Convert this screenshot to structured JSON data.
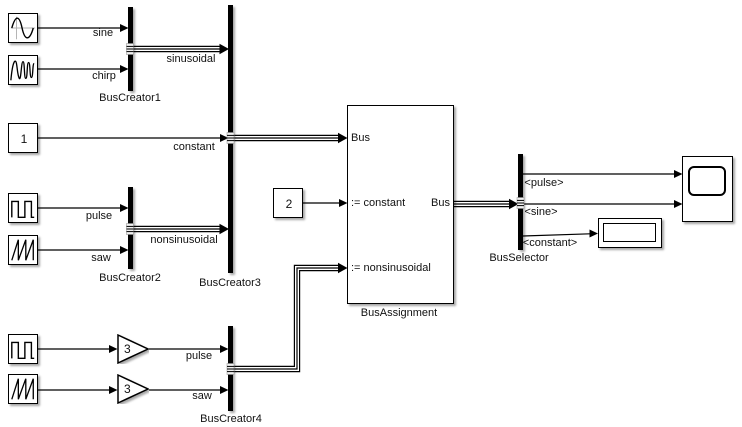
{
  "colors": {
    "background": "#ffffff",
    "line": "#000000",
    "block_fill": "#ffffff",
    "block_border": "#000000",
    "shadow": "#b3b3b3"
  },
  "blocks": {
    "constant1": {
      "value": "1"
    },
    "constant2": {
      "value": "2"
    },
    "gain1": {
      "value": "3"
    },
    "gain2": {
      "value": "3"
    },
    "bus_creator1": {
      "label": "BusCreator1"
    },
    "bus_creator2": {
      "label": "BusCreator2"
    },
    "bus_creator3": {
      "label": "BusCreator3"
    },
    "bus_creator4": {
      "label": "BusCreator4"
    },
    "bus_selector": {
      "label": "BusSelector"
    },
    "bus_assignment": {
      "label": "BusAssignment",
      "ports": {
        "in_bus": "Bus",
        "assign_constant": ":= constant",
        "assign_nonsinusoidal": ":= nonsinusoidal",
        "out_bus": "Bus"
      }
    }
  },
  "icons": {
    "sine_source": "sine-wave-icon",
    "chirp_source": "chirp-wave-icon",
    "pulse_source": "pulse-wave-icon",
    "saw_source": "saw-wave-icon",
    "gain": "gain-triangle-icon",
    "scope": "scope-screen-icon",
    "display": "display-readout-field"
  },
  "signal_labels": {
    "sine": "sine",
    "chirp": "chirp",
    "sinusoidal": "sinusoidal",
    "constant": "constant",
    "pulse2": "pulse",
    "saw2": "saw",
    "nonsinusoidal": "nonsinusoidal",
    "pulse4": "pulse",
    "saw4": "saw",
    "selected_pulse": "<pulse>",
    "selected_sine": "<sine>",
    "selected_constant": "<constant>"
  }
}
